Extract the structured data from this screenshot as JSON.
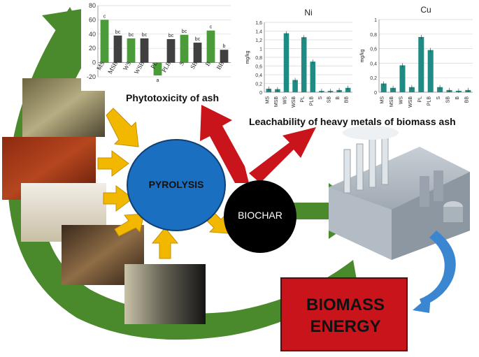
{
  "labels": {
    "phytotoxicity_title": "Phytotoxicity of ash",
    "leachability_title": "Leachability of heavy metals of biomass ash",
    "pyrolysis": "PYROLYSIS",
    "biochar": "BIOCHAR",
    "biomass_energy_line1": "BIOMASS",
    "biomass_energy_line2": "ENERGY"
  },
  "colors": {
    "green_arrow": "#4a8a2c",
    "yellow_arrow": "#f2b800",
    "red_arrow": "#c8141a",
    "pyrolysis_circle": "#1b6fc0",
    "biochar_circle": "#000000",
    "teal_bar": "#1f8b84",
    "dark_bar": "#404040",
    "green_bar": "#4b9b3a",
    "blue_arrow": "#3b86d1"
  },
  "chart_data": [
    {
      "type": "bar",
      "categories": [
        "MS",
        "MSB",
        "WS",
        "WSB",
        "PL",
        "PLB",
        "S",
        "SB",
        "B",
        "BB"
      ],
      "values": [
        60,
        38,
        34,
        34,
        -18,
        33,
        39,
        28,
        45,
        18
      ],
      "bar_colors": [
        "#4b9b3a",
        "#404040",
        "#4b9b3a",
        "#404040",
        "#4b9b3a",
        "#404040",
        "#4b9b3a",
        "#404040",
        "#4b9b3a",
        "#404040"
      ],
      "letters": [
        "c",
        "bc",
        "bc",
        "bc",
        "a",
        "bc",
        "bc",
        "bc",
        "c",
        "b"
      ],
      "ylim": [
        -20,
        80
      ],
      "yticks": [
        -20,
        0,
        20,
        40,
        60,
        80
      ]
    },
    {
      "type": "bar",
      "title": "Ni",
      "ylabel": "mg/kg",
      "categories": [
        "MS",
        "MSB",
        "WS",
        "WSB",
        "PL",
        "PLB",
        "S",
        "SB",
        "B",
        "BB"
      ],
      "values": [
        0.08,
        0.07,
        1.35,
        0.28,
        1.26,
        0.7,
        0.03,
        0.03,
        0.05,
        0.1
      ],
      "ylim": [
        0,
        1.6
      ],
      "yticks": [
        0,
        0.2,
        0.4,
        0.6,
        0.8,
        1,
        1.2,
        1.4,
        1.6
      ],
      "ytick_labels": [
        "0",
        "0,2",
        "0,4",
        "0,6",
        "0,8",
        "1",
        "1,2",
        "1,4",
        "1,6"
      ]
    },
    {
      "type": "bar",
      "title": "Cu",
      "ylabel": "mg/kg",
      "categories": [
        "MS",
        "MSB",
        "WS",
        "WSB",
        "PL",
        "PLB",
        "S",
        "SB",
        "B",
        "BB"
      ],
      "values": [
        0.12,
        0.06,
        0.37,
        0.07,
        0.76,
        0.58,
        0.07,
        0.03,
        0.02,
        0.03
      ],
      "ylim": [
        0,
        1
      ],
      "yticks": [
        0,
        0.2,
        0.4,
        0.6,
        0.8,
        1
      ],
      "ytick_labels": [
        "0",
        "0,2",
        "0,4",
        "0,6",
        "0,8",
        "1"
      ]
    }
  ]
}
